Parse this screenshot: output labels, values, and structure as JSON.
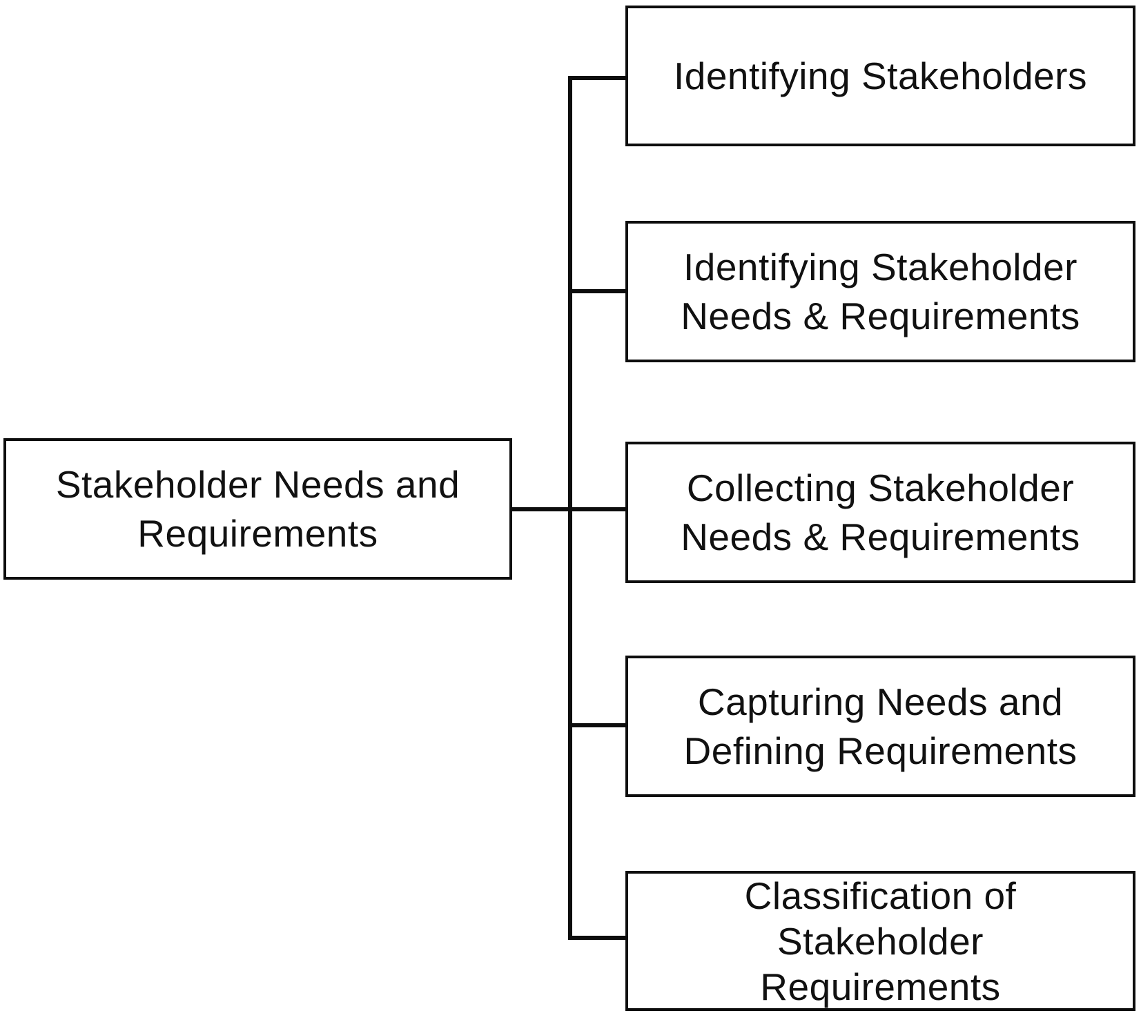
{
  "diagram": {
    "type": "tree",
    "orientation": "left-to-right",
    "root": {
      "label": "Stakeholder Needs and\nRequirements"
    },
    "children": [
      {
        "label": "Identifying Stakeholders"
      },
      {
        "label": "Identifying Stakeholder\nNeeds & Requirements"
      },
      {
        "label": "Collecting Stakeholder\nNeeds & Requirements"
      },
      {
        "label": "Capturing Needs and\nDefining Requirements"
      },
      {
        "label": "Classification of\nStakeholder\nRequirements"
      }
    ],
    "colors": {
      "background": "#ffffff",
      "box_border": "#0d0d0d",
      "box_fill": "#ffffff",
      "connector": "#0d0d0d",
      "text": "#111111"
    }
  }
}
